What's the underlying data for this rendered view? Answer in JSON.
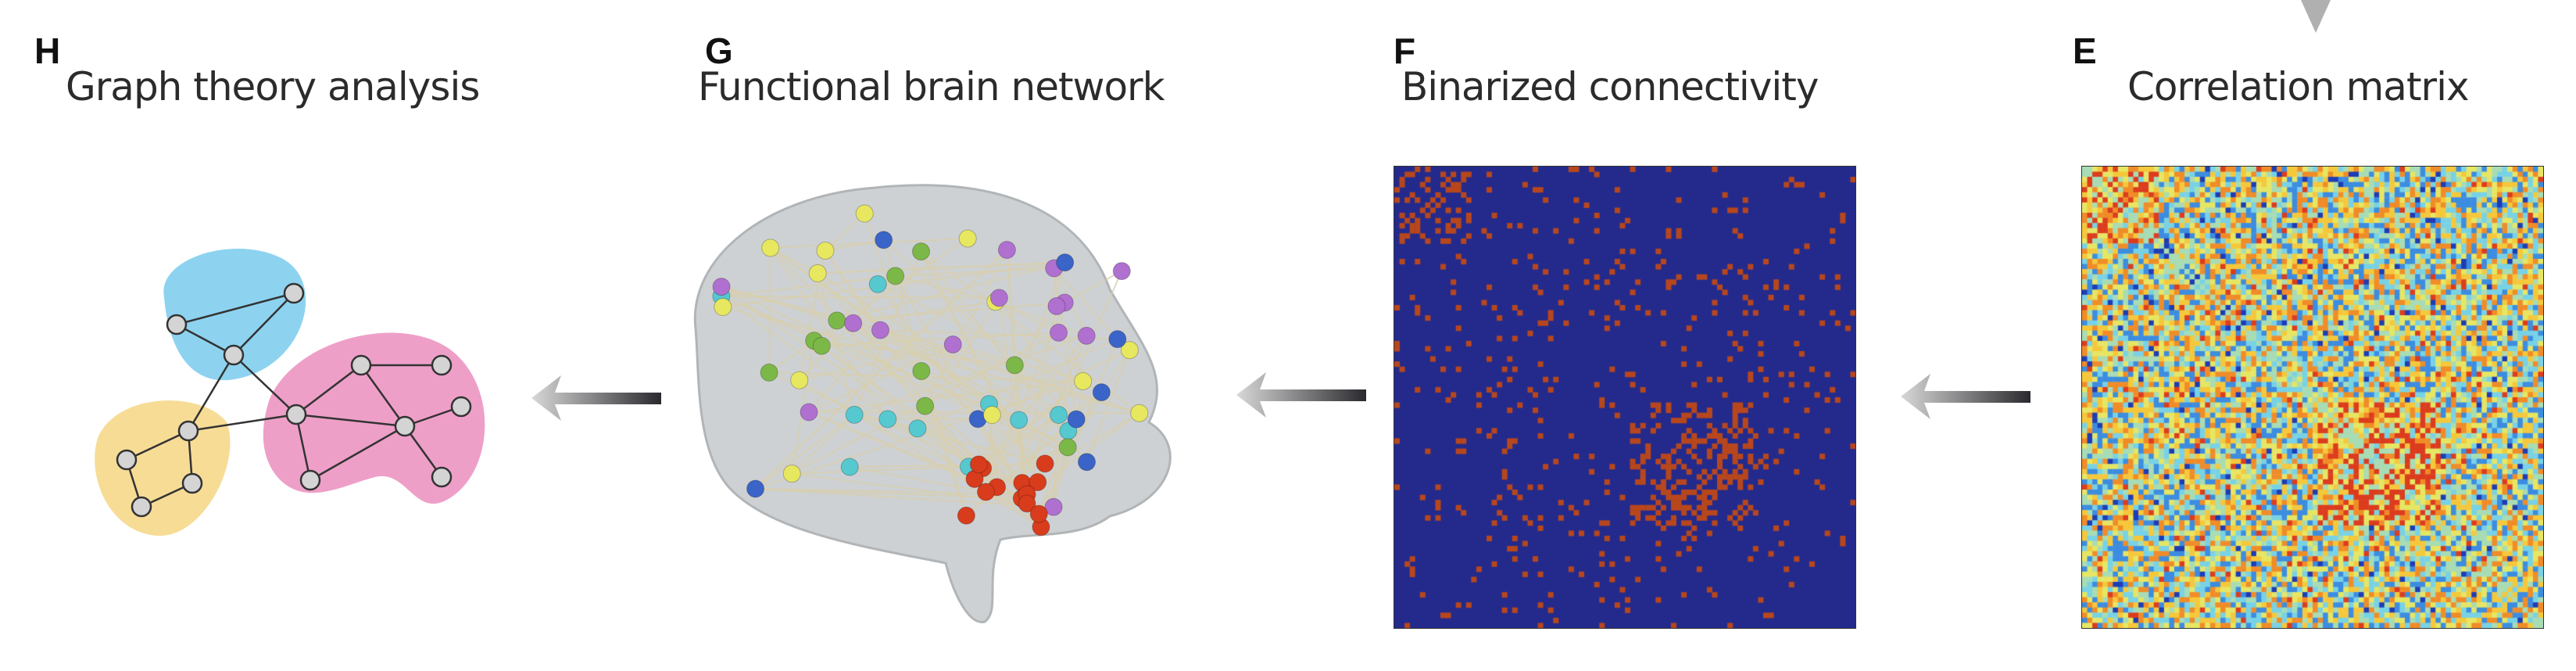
{
  "panels": [
    {
      "letter": "H",
      "title": "Graph theory analysis"
    },
    {
      "letter": "G",
      "title": "Functional brain network"
    },
    {
      "letter": "F",
      "title": "Binarized connectivity"
    },
    {
      "letter": "E",
      "title": "Correlation matrix"
    }
  ],
  "colors": {
    "module_blue": "#8dd3f0",
    "module_pink": "#ee9fc8",
    "module_yellow": "#f7dc96",
    "node_fill": "#d4d4d4",
    "binary_off": "#232a8c",
    "binary_on": "#b8471d"
  }
}
